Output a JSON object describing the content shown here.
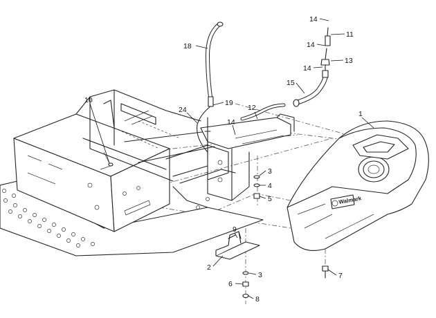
{
  "callouts": [
    {
      "id": "c14a",
      "text": "14"
    },
    {
      "id": "c11",
      "text": "11"
    },
    {
      "id": "c14b",
      "text": "14"
    },
    {
      "id": "c13",
      "text": "13"
    },
    {
      "id": "c14c",
      "text": "14"
    },
    {
      "id": "c15",
      "text": "15"
    },
    {
      "id": "c18",
      "text": "18"
    },
    {
      "id": "c10",
      "text": "10"
    },
    {
      "id": "c19",
      "text": "19"
    },
    {
      "id": "c24",
      "text": "24"
    },
    {
      "id": "c12",
      "text": "12"
    },
    {
      "id": "c14d",
      "text": "14"
    },
    {
      "id": "c1",
      "text": "1"
    },
    {
      "id": "c3a",
      "text": "3"
    },
    {
      "id": "c4",
      "text": "4"
    },
    {
      "id": "c5",
      "text": "5"
    },
    {
      "id": "c9",
      "text": "9"
    },
    {
      "id": "c2",
      "text": "2"
    },
    {
      "id": "c3b",
      "text": "3"
    },
    {
      "id": "c6",
      "text": "6"
    },
    {
      "id": "c7",
      "text": "7"
    },
    {
      "id": "c8",
      "text": "8"
    }
  ],
  "tank_logo": "Walmark"
}
